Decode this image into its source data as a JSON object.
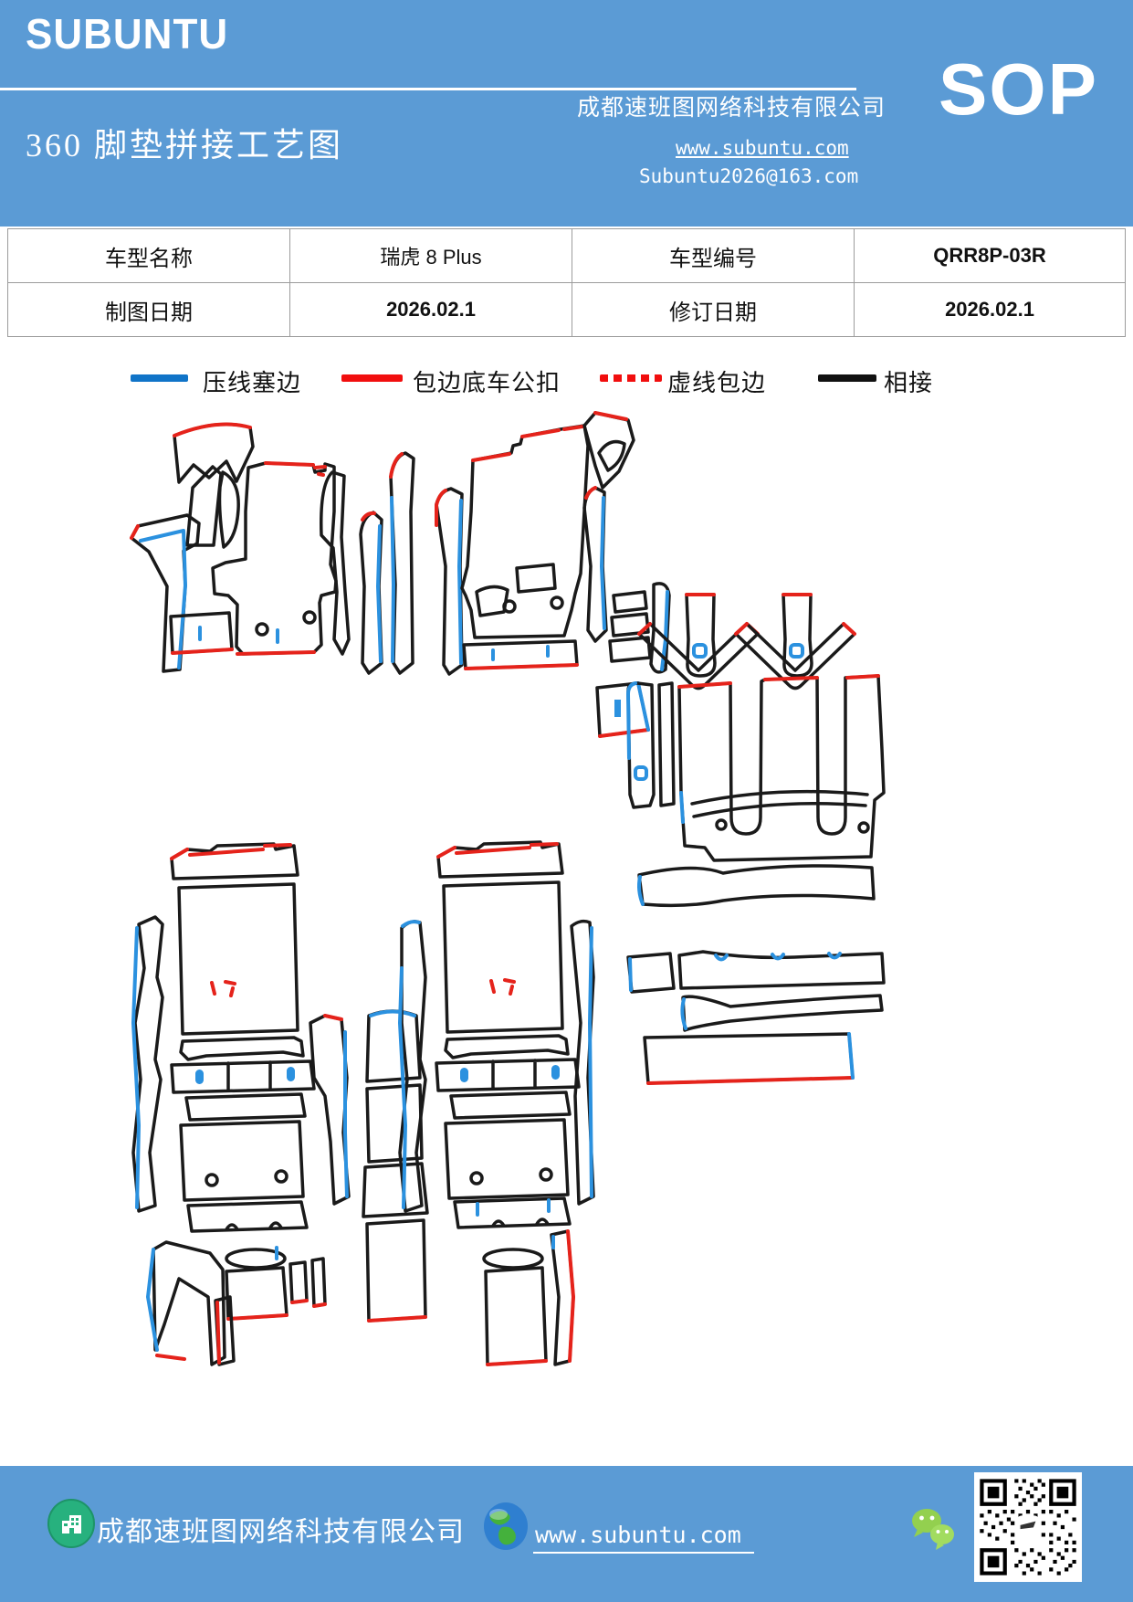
{
  "header": {
    "brand": "SUBUNTU",
    "title": "360 脚垫拼接工艺图",
    "company": "成都速班图网络科技有限公司",
    "sop": "SOP",
    "website": "www.subuntu.com",
    "email": "Subuntu2026@163.com"
  },
  "info_table": {
    "rows": [
      [
        "车型名称",
        "瑞虎 8 Plus",
        "车型编号",
        "QRR8P-03R"
      ],
      [
        "制图日期",
        "2026.02.1",
        "修订日期",
        "2026.02.1"
      ]
    ]
  },
  "legend": {
    "items": [
      {
        "label": "压线塞边",
        "color": "#1074c8",
        "style": "solid"
      },
      {
        "label": "包边底车公扣",
        "color": "#f10e0e",
        "style": "solid"
      },
      {
        "label": "虚线包边",
        "color": "#f10e0e",
        "style": "dotted"
      },
      {
        "label": "相接",
        "color": "#111111",
        "style": "solid"
      }
    ]
  },
  "diagram": {
    "description": "360 floor-mat cutting pieces outline drawing",
    "groups": [
      "front-left-mat",
      "front-right-mat",
      "rear-mat",
      "second-row-left-mat",
      "second-row-right-mat",
      "center-tunnel-pieces"
    ],
    "line_colors": {
      "outline": "#1a1a1a",
      "press-edge": "#2b91df",
      "bind-edge": "#e5231b"
    }
  },
  "footer": {
    "company": "成都速班图网络科技有限公司",
    "website": "www.subuntu.com"
  },
  "colors": {
    "band_blue": "#5b9bd5",
    "legend_blue": "#1074c8",
    "legend_red": "#f10e0e",
    "wechat_green": "#93d04f",
    "building_green": "#27b17e"
  }
}
